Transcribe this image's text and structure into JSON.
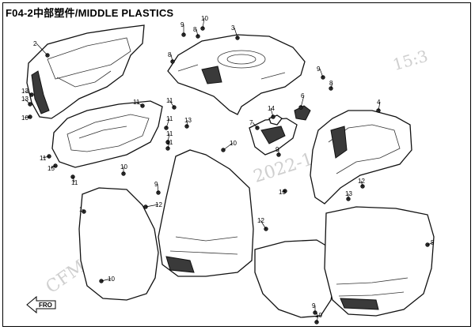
{
  "header": {
    "title": "F04-2中部塑件/MIDDLE PLASTICS"
  },
  "watermarks": {
    "left": "CFMOTO",
    "right": "2022-10-19",
    "stamp": "15:3"
  },
  "front_arrow": {
    "label": "FRO"
  },
  "callouts": [
    {
      "label": "2"
    },
    {
      "label": "13"
    },
    {
      "label": "13"
    },
    {
      "label": "10"
    },
    {
      "label": "11"
    },
    {
      "label": "11"
    },
    {
      "label": "11"
    },
    {
      "label": "11"
    },
    {
      "label": "11"
    },
    {
      "label": "11"
    },
    {
      "label": "15"
    },
    {
      "label": "11"
    },
    {
      "label": "8"
    },
    {
      "label": "9"
    },
    {
      "label": "10"
    },
    {
      "label": "8"
    },
    {
      "label": "3"
    },
    {
      "label": "9"
    },
    {
      "label": "8"
    },
    {
      "label": "7"
    },
    {
      "label": "14"
    },
    {
      "label": "6"
    },
    {
      "label": "4"
    },
    {
      "label": "13"
    },
    {
      "label": "10"
    },
    {
      "label": "9"
    },
    {
      "label": "12"
    },
    {
      "label": "1"
    },
    {
      "label": "10"
    },
    {
      "label": "9"
    },
    {
      "label": "12"
    },
    {
      "label": "10"
    },
    {
      "label": "13"
    },
    {
      "label": "12"
    },
    {
      "label": "13"
    },
    {
      "label": "5"
    },
    {
      "label": "9"
    },
    {
      "label": "10"
    }
  ]
}
